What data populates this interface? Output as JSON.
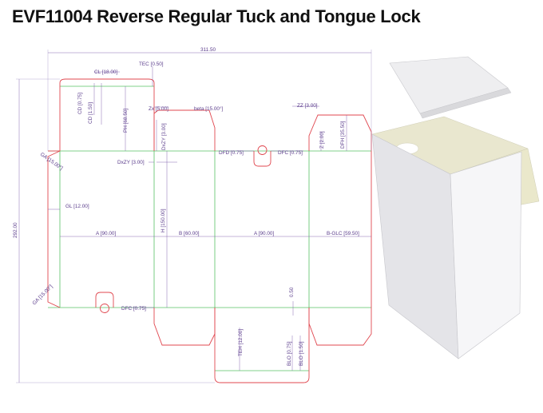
{
  "title": "EVF11004 Reverse Regular Tuck and Tongue Lock",
  "dimensions": {
    "overall_width": "311.50",
    "overall_height": "292.00",
    "tec": "TEC [0.50]",
    "cl": "CL [18.00]",
    "cd1": "CD [0.75]",
    "cd2": "CD [1.50]",
    "ph": "PH [68.50]",
    "zx": "Zx [5.00]",
    "beta": "beta [15.00°]",
    "zz": "ZZ [3.00]",
    "dxzy_vert": "DxZY [3.00]",
    "dfh": "DFH [35.50]",
    "z": "Z [2.00]",
    "dfd": "DFD [0.75]",
    "dfc_top": "DFC [0.75]",
    "ga_top": "GA [15.00°]",
    "dxzy": "DxZY [3.00]",
    "gl": "GL [12.00]",
    "a1": "A [90.00]",
    "h": "H [150.00]",
    "b": "B [60.00]",
    "a2": "A [90.00]",
    "b_glc": "B-GLC [59.50]",
    "ga_bottom": "GA [15.00°]",
    "dfc_bottom": "DFC [0.75]",
    "half": "0.50",
    "teh": "TEH [12.00]",
    "blo1": "BLO [0.75]",
    "blo2": "BLO [1.50]"
  },
  "colors": {
    "cut_line": "#e0474f",
    "crease_line": "#58c264",
    "dimension_line": "#7b5aa8",
    "box_front": "#e7e7ea",
    "box_side": "#f7f7f9",
    "box_inside": "#e9e7cf"
  }
}
